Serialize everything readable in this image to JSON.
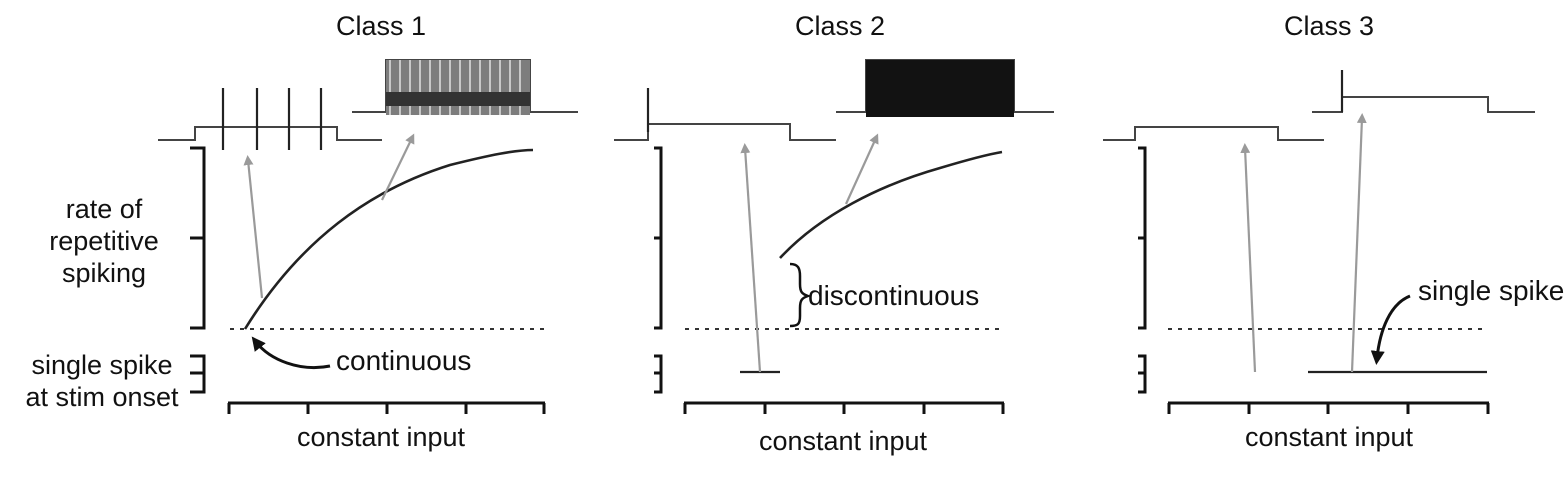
{
  "classes": [
    {
      "title": "Class 1",
      "continuity_label": "continuous",
      "x_axis_label": "constant input"
    },
    {
      "title": "Class 2",
      "continuity_label": "discontinuous",
      "x_axis_label": "constant input"
    },
    {
      "title": "Class 3",
      "response_label": "single spike",
      "x_axis_label": "constant input"
    }
  ],
  "y_axis_labels": {
    "rate_line1": "rate of",
    "rate_line2": "repetitive",
    "rate_line3": "spiking",
    "single_line1": "single spike",
    "single_line2": "at stim onset"
  },
  "colors": {
    "ink": "#111111",
    "arrow": "#9a9a9a",
    "class1_burst": "#777777",
    "class2_burst": "#111111"
  }
}
